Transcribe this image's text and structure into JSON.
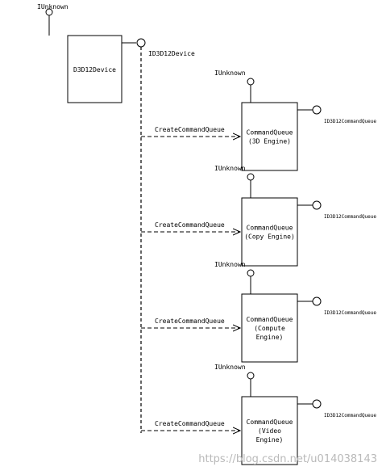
{
  "device": {
    "interface_label": "IUnknown",
    "box_label": "D3D12Device",
    "port_label": "ID3D12Device"
  },
  "queues": [
    {
      "iunknown": "IUnknown",
      "port_label": "ID3D12CommandQueue",
      "method": "CreateCommandQueue",
      "lines": [
        "CommandQueue",
        "(3D Engine)"
      ]
    },
    {
      "iunknown": "IUnknown",
      "port_label": "ID3D12CommandQueue",
      "method": "CreateCommandQueue",
      "lines": [
        "CommandQueue",
        "(Copy Engine)"
      ]
    },
    {
      "iunknown": "IUnknown",
      "port_label": "ID3D12CommandQueue",
      "method": "CreateCommandQueue",
      "lines": [
        "CommandQueue",
        "(Compute",
        "Engine)"
      ]
    },
    {
      "iunknown": "IUnknown",
      "port_label": "ID3D12CommandQueue",
      "method": "CreateCommandQueue",
      "lines": [
        "CommandQueue",
        "(Video",
        "Engine)"
      ]
    }
  ],
  "watermark": "https://blog.csdn.net/u014038143"
}
